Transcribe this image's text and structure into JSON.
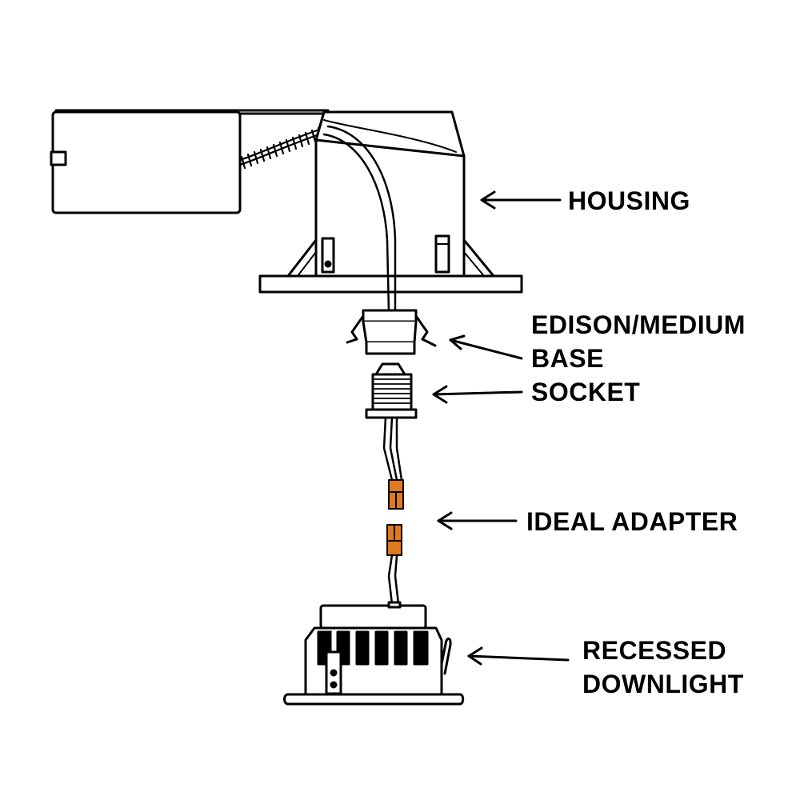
{
  "labels": {
    "housing": "HOUSING",
    "socket": {
      "line1": "EDISON/MEDIUM",
      "line2": "BASE",
      "line3": "SOCKET"
    },
    "adapter": "IDEAL ADAPTER",
    "downlight": {
      "line1": "RECESSED",
      "line2": "DOWNLIGHT"
    }
  },
  "colors": {
    "line": "#000000",
    "background": "#ffffff",
    "connector": "#e07a1f",
    "connector_dark": "#b85a10"
  }
}
